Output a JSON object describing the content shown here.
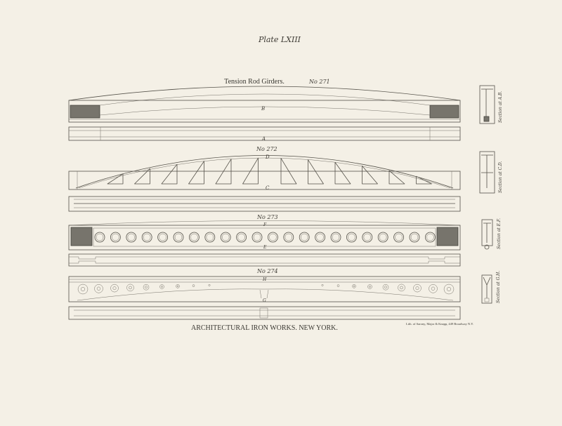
{
  "plate_title": "Plate LXIII",
  "heading": "Tension Rod Girders.",
  "girders": [
    {
      "number": "No 271",
      "labels": [
        "A",
        "B"
      ]
    },
    {
      "number": "No 272",
      "labels": [
        "C",
        "D"
      ]
    },
    {
      "number": "No 273",
      "labels": [
        "E",
        "F"
      ]
    },
    {
      "number": "No 274",
      "labels": [
        "G",
        "H"
      ]
    }
  ],
  "sections": [
    "Section at A.B.",
    "Section at C.D.",
    "Section at E.F.",
    "Section at G.H."
  ],
  "footer": "ARCHITECTURAL IRON WORKS. NEW YORK.",
  "lithographer": "Lith. of Sarony, Major & Knapp, 449 Broadway N.Y.",
  "colors": {
    "paper": "#f4f0e6",
    "ink": "#55524a",
    "shading": "#77746c"
  }
}
